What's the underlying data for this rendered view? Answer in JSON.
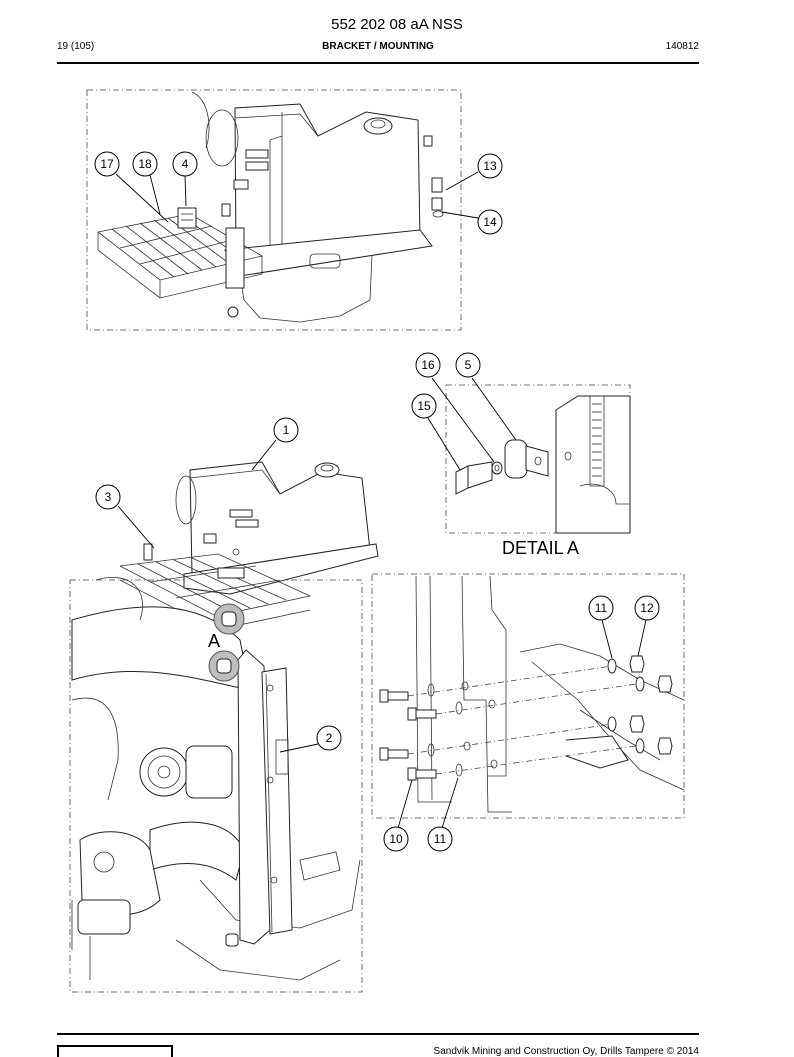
{
  "header": {
    "doc_number": "552 202 08 aA NSS",
    "page": "19 (105)",
    "section": "BRACKET / MOUNTING",
    "date": "140812"
  },
  "labels": {
    "detail_title": "DETAIL A",
    "detail_marker": "A"
  },
  "callouts": [
    "17",
    "18",
    "4",
    "13",
    "14",
    "16",
    "5",
    "15",
    "1",
    "3",
    "2",
    "11",
    "12",
    "10",
    "11"
  ],
  "footer": {
    "copyright": "Sandvik Mining and Construction Oy, Drills Tampere © 2014"
  }
}
